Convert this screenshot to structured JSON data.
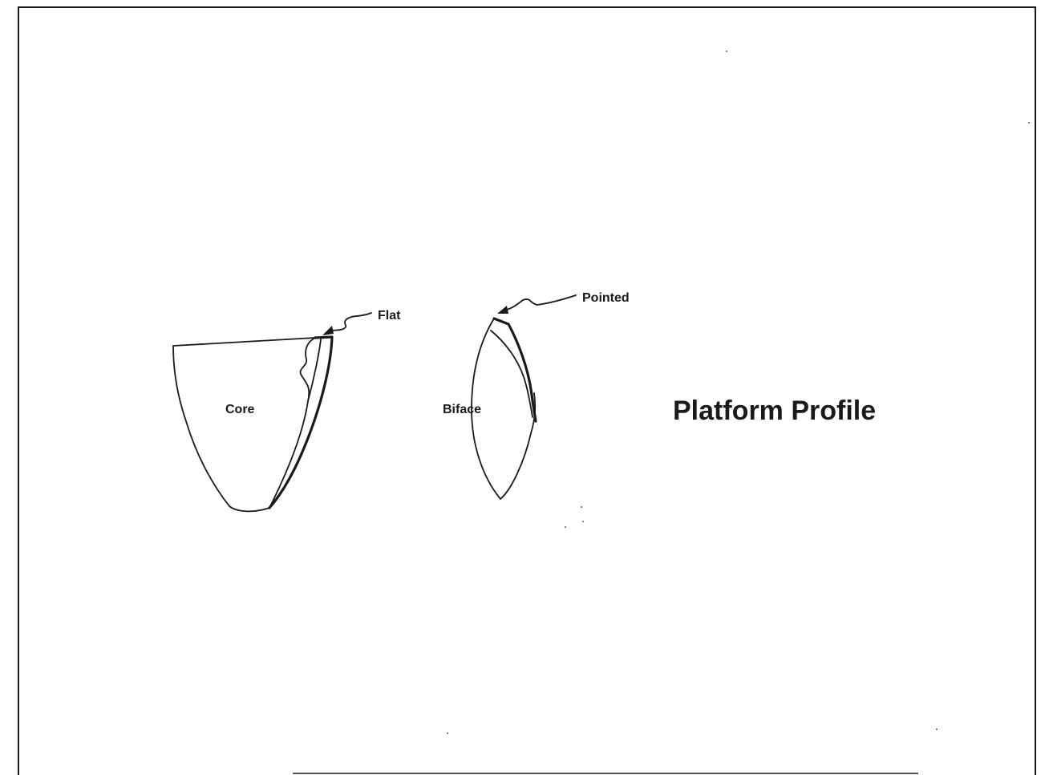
{
  "diagram": {
    "title": "Platform Profile",
    "core": {
      "label": "Core",
      "platform_label": "Flat"
    },
    "biface": {
      "label": "Biface",
      "platform_label": "Pointed"
    }
  },
  "colors": {
    "ink": "#1a1a1a",
    "background": "#ffffff"
  }
}
